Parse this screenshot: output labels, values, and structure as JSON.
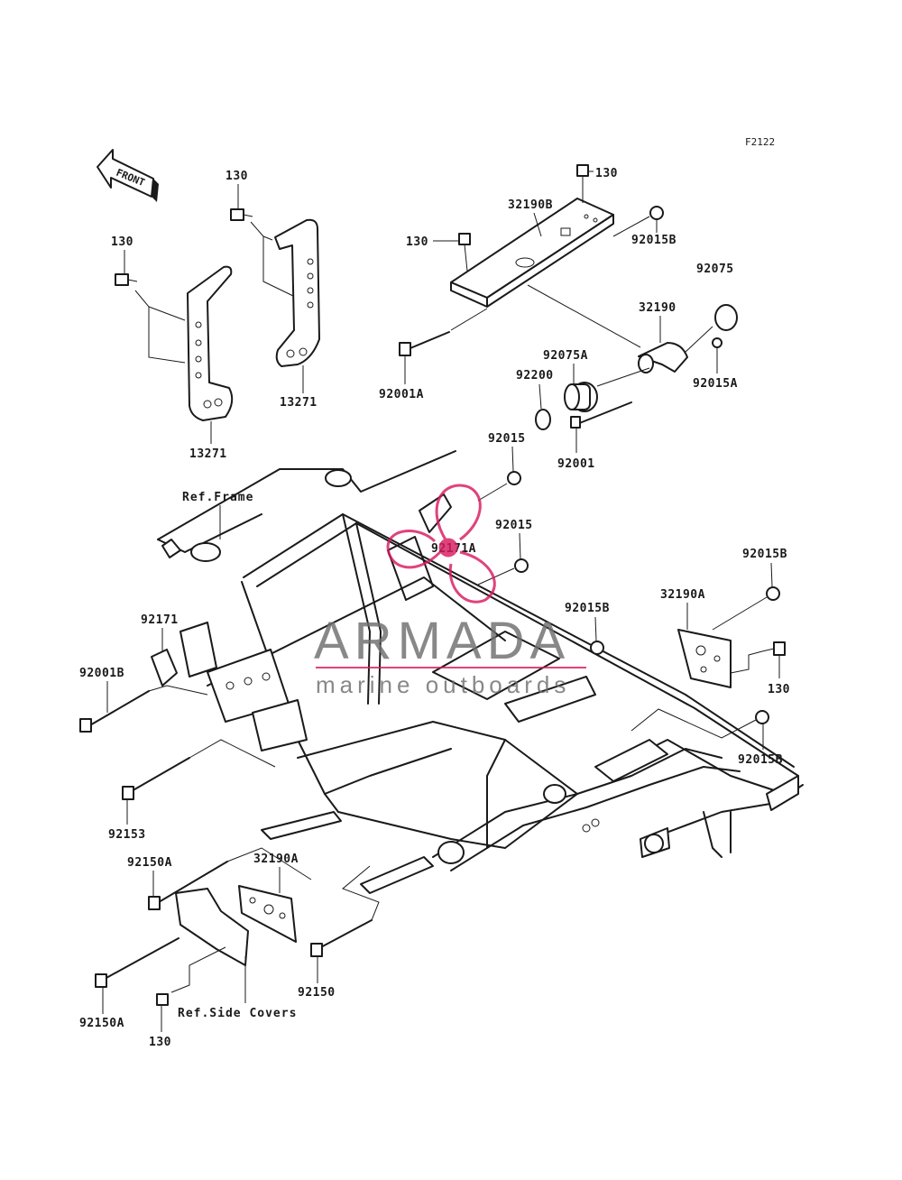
{
  "figure_id": "F2122",
  "front_arrow_label": "FRONT",
  "watermark": {
    "brand": "ARMADA",
    "tagline": "marine outboards",
    "text_color": "#6f6f6f",
    "accent_color": "#d81b60"
  },
  "callouts": {
    "c130_top_right": "130",
    "c32190B": "32190B",
    "c130_mid": "130",
    "c92015B_top": "92015B",
    "c92075": "92075",
    "c32190": "32190",
    "c92015A": "92015A",
    "c92075A": "92075A",
    "c92200": "92200",
    "c92001A": "92001A",
    "c92001": "92001",
    "c130_bracket_r": "130",
    "c13271_r": "13271",
    "c130_bracket_l": "130",
    "c13271_l": "13271",
    "c92015_a": "92015",
    "c92015_b": "92015",
    "c92171A": "92171A",
    "c92015B_right": "92015B",
    "c32190A_right": "32190A",
    "c92015B_mid": "92015B",
    "c130_right": "130",
    "c92015B_lower": "92015B",
    "c92171": "92171",
    "c92001B": "92001B",
    "c92153": "92153",
    "c92150A_top": "92150A",
    "c32190A_bottom": "32190A",
    "c92150": "92150",
    "c92150A_bottom": "92150A",
    "c130_bottom": "130"
  },
  "references": {
    "frame": "Ref.Frame",
    "side_covers": "Ref.Side Covers"
  }
}
